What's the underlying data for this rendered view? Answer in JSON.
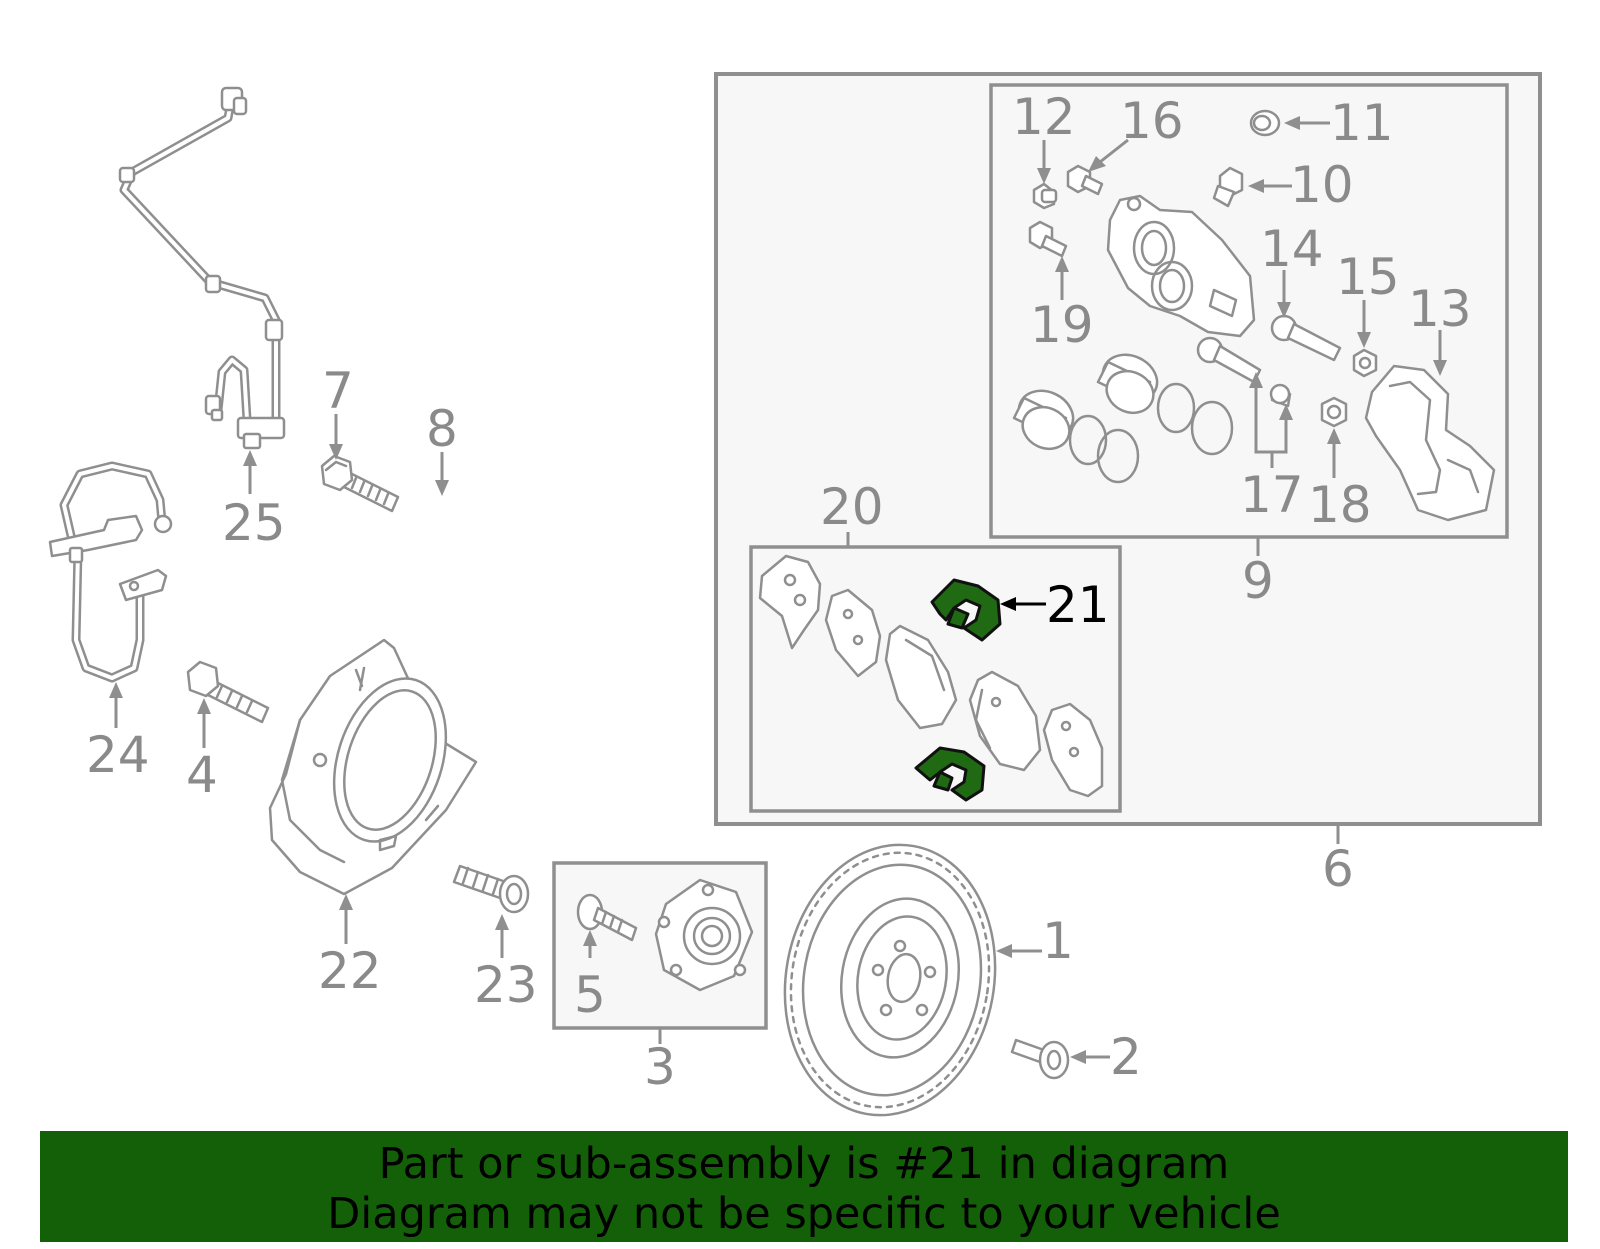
{
  "diagram": {
    "highlighted_part": "21",
    "callouts": [
      "1",
      "2",
      "3",
      "4",
      "5",
      "6",
      "7",
      "8",
      "9",
      "10",
      "11",
      "12",
      "13",
      "14",
      "15",
      "16",
      "17",
      "18",
      "19",
      "20",
      "21",
      "22",
      "23",
      "24",
      "25"
    ]
  },
  "banner": {
    "line1": "Part or sub-assembly is #21 in diagram",
    "line2": "Diagram may not be specific to your vehicle",
    "background": "#146009"
  },
  "colors": {
    "line_art": "#8f8f8f",
    "highlight_fill": "#1f6a12",
    "highlight_label": "#000000"
  }
}
